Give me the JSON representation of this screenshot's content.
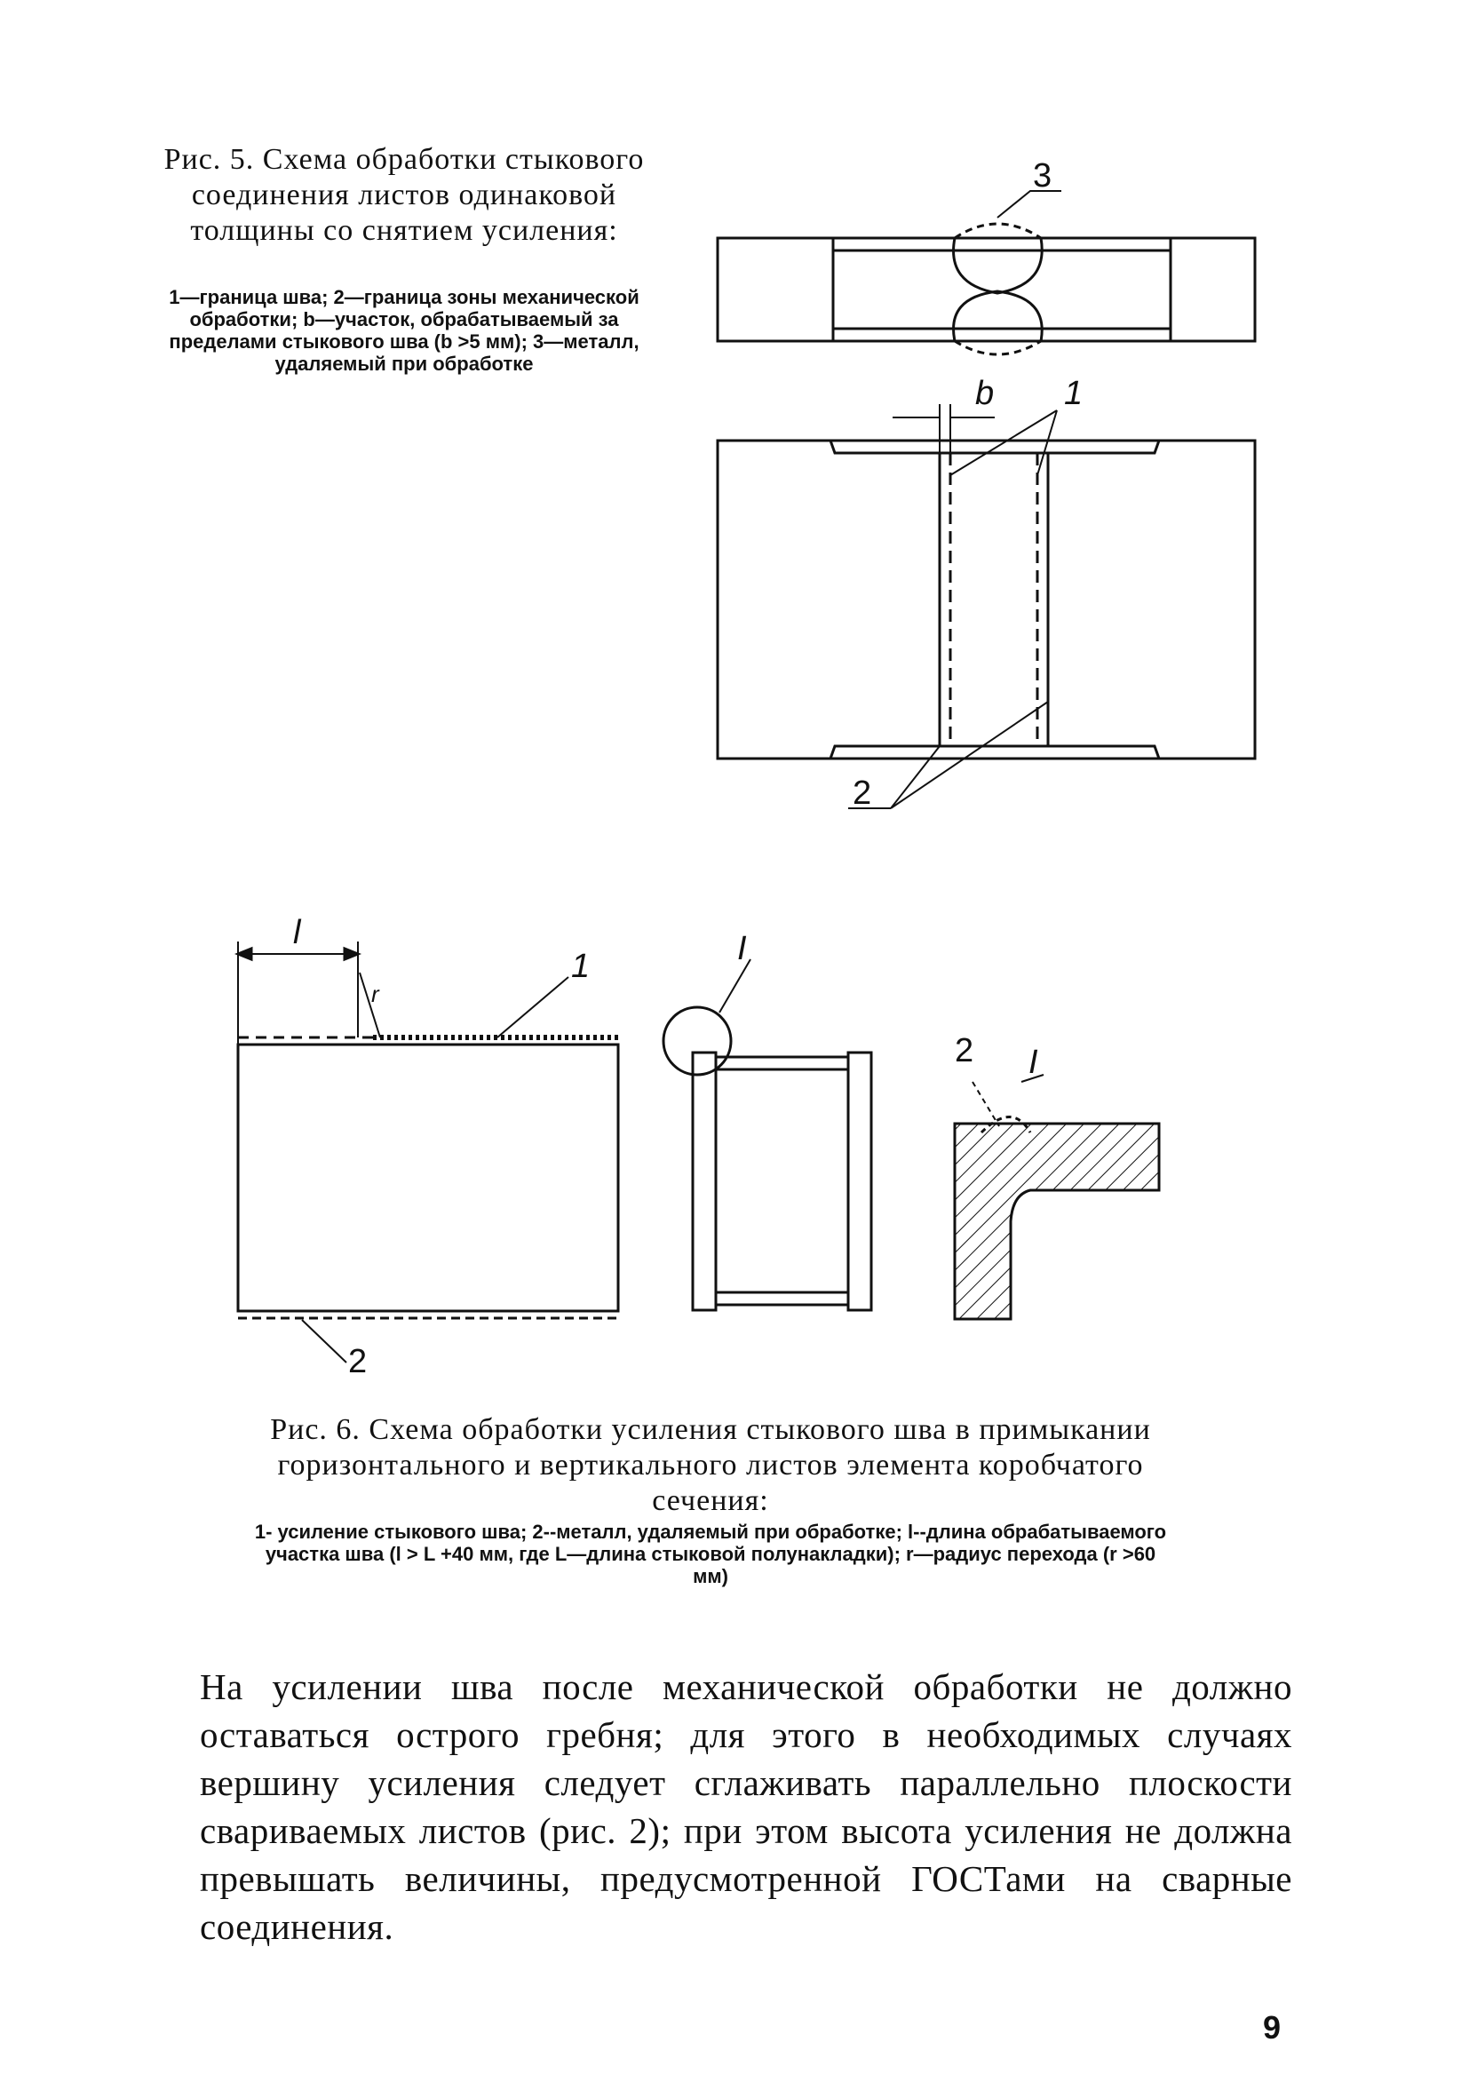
{
  "fig5": {
    "title": "Рис. 5. Схема обработки стыкового соединения листов одинаковой толщины со снятием усиления:",
    "legend": "1—граница шва; 2—граница зоны механической обработки; b—участок, обрабатываемый за пределами стыкового шва (b >5 мм); 3—металл, удаляемый при обработке",
    "labels": {
      "three": "3",
      "b": "b",
      "one": "1",
      "two": "2"
    }
  },
  "fig6": {
    "title": "Рис. 6. Схема обработки усиления стыкового шва в примыкании горизонтального и вертикального листов элемента коробчатого сечения:",
    "legend": "1- усиление стыкового шва; 2--металл, удаляемый при обработке; l--длина обрабатываемого участка шва (l > L +40 мм, где L—длина стыковой полунакладки); r—радиус перехода (r >60 мм)",
    "labels": {
      "l": "l",
      "r": "r",
      "one": "1",
      "two": "2",
      "I": "I",
      "two_detail": "2",
      "I_detail": "I"
    }
  },
  "body_text": "На усилении шва после механической обработки не должно оставаться острого гребня; для этого в необходимых случаях вершину усиления следует сглаживать параллельно плоскости свариваемых листов (рис. 2); при этом высота усиления не должна превышать величины, предусмотренной ГОСТами на сварные соединения.",
  "page_number": "9"
}
